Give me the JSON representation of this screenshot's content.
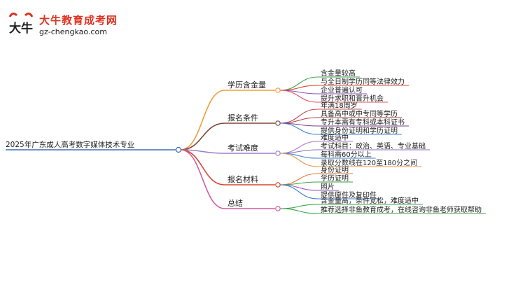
{
  "brand": {
    "site_name": "大牛教育成考网",
    "url": "gz-chengkao.com",
    "mark_text": "大牛"
  },
  "mindmap": {
    "root": "2025年广东成人高考数字媒体技术专业",
    "branches": [
      {
        "label": "学历含金量",
        "color": "#f39a3c",
        "items": [
          {
            "text": "含金量较高",
            "color": "#3aa34a"
          },
          {
            "text": "与全日制学历同等法律效力",
            "color": "#d9432c"
          },
          {
            "text": "企业普遍认可",
            "color": "#8a4fb8"
          },
          {
            "text": "提升求职和晋升机会",
            "color": "#e0505a"
          }
        ]
      },
      {
        "label": "报名条件",
        "color": "#7a4a3a",
        "items": [
          {
            "text": "年满18周岁",
            "color": "#c0504d"
          },
          {
            "text": "具备高中或中专同等学历",
            "color": "#b03a48"
          },
          {
            "text": "专升本需有专科或本科证书",
            "color": "#7a3e8e"
          },
          {
            "text": "提供身份证明和学历证明",
            "color": "#3b7fd0"
          }
        ]
      },
      {
        "label": "考试难度",
        "color": "#9a7fc8",
        "items": [
          {
            "text": "难度适中",
            "color": "#b07ac8"
          },
          {
            "text": "考试科目：政治、英语、专业基础",
            "color": "#8a6fb8"
          },
          {
            "text": "每科需60分以上",
            "color": "#3b7fd0"
          },
          {
            "text": "录取分数线在120至180分之间",
            "color": "#e09a4a"
          }
        ]
      },
      {
        "label": "报名材料",
        "color": "#d9432c",
        "items": [
          {
            "text": "身份证明",
            "color": "#e07a3a"
          },
          {
            "text": "学历证明",
            "color": "#3aa34a"
          },
          {
            "text": "照片",
            "color": "#8a4fb8"
          },
          {
            "text": "提供原件及复印件",
            "color": "#3b7fd0"
          }
        ]
      },
      {
        "label": "总结",
        "color": "#d4589a",
        "items": [
          {
            "text": "含金量高，条件宽松，难度适中",
            "color": "#3aa34a"
          },
          {
            "text": "推荐选择非鱼教育成考，在线咨询非鱼老师获取帮助",
            "color": "#3aa34a"
          }
        ]
      }
    ]
  }
}
